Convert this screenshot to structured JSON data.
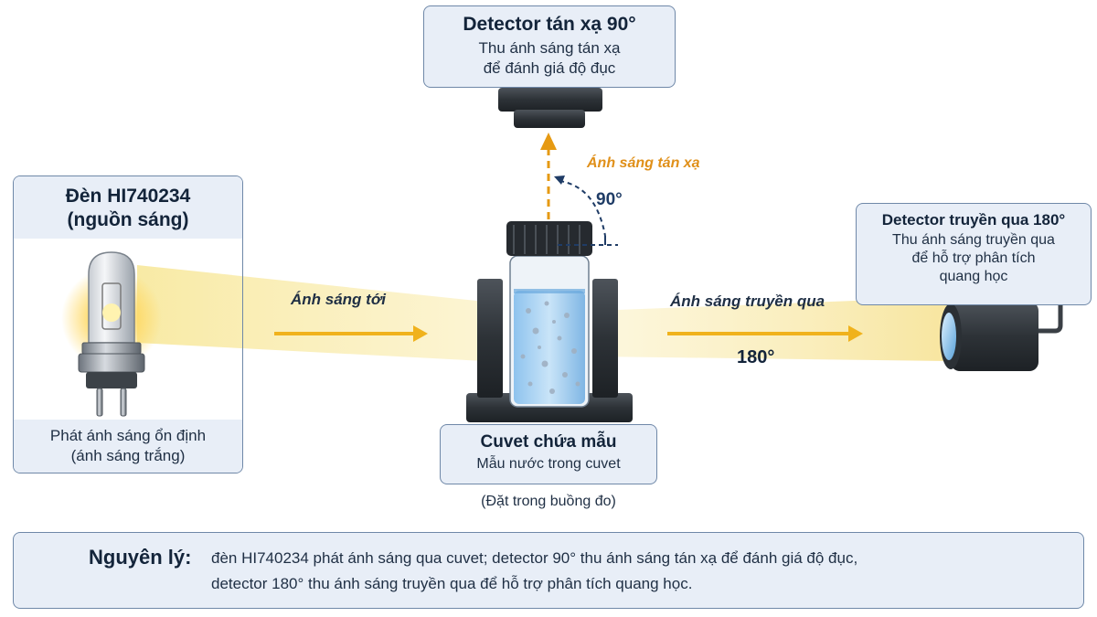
{
  "top_detector": {
    "title": "Detector tán xạ 90°",
    "line1": "Thu ánh sáng tán xạ",
    "line2": "để đánh giá độ đục"
  },
  "lamp": {
    "title1": "Đèn HI740234",
    "title2": "(nguồn sáng)",
    "desc1": "Phát ánh sáng ổn định",
    "desc2": "(ánh sáng trắng)"
  },
  "right_detector": {
    "title": "Detector truyền qua 180°",
    "line1": "Thu ánh sáng truyền qua",
    "line2": "để hỗ trợ phân tích",
    "line3": "quang học"
  },
  "cuvette": {
    "title": "Cuvet chứa mẫu",
    "desc": "Mẫu nước trong cuvet",
    "note": "(Đặt trong buồng đo)"
  },
  "beams": {
    "incident": "Ánh sáng tới",
    "transmitted": "Ánh sáng truyền qua",
    "scattered": "Ánh sáng tán xạ",
    "angle_90": "90°",
    "angle_180": "180°"
  },
  "principle": {
    "label": "Nguyên lý:",
    "line1": "đèn HI740234 phát ánh sáng qua cuvet; detector 90° thu ánh sáng tán xạ để đánh giá độ đục,",
    "line2": "detector 180° thu ánh sáng truyền qua để hỗ trợ phân tích quang học."
  },
  "colors": {
    "beam": "#f6e9a6",
    "arrow": "#f0b21c",
    "scatter_arrow": "#e69a13",
    "box_bg": "#e8eef7",
    "box_border": "#6f88a8",
    "water": "#a9d1f2"
  }
}
